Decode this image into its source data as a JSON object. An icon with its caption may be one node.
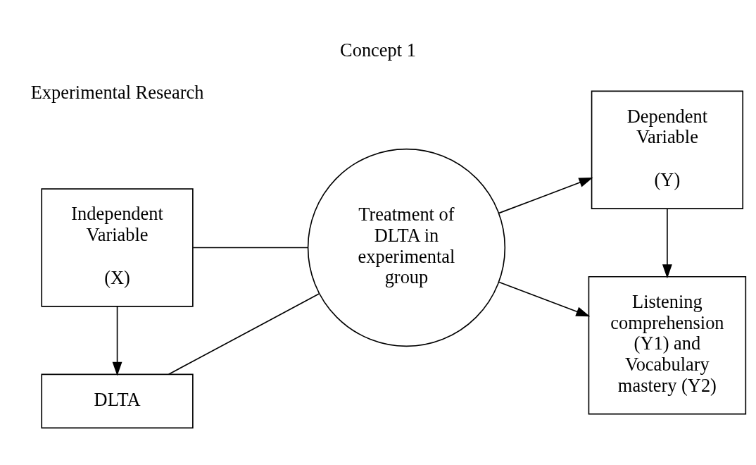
{
  "diagram": {
    "title": "Concept 1",
    "nodes": [
      {
        "text": [
          "Independent Variable",
          "(X)"
        ]
      },
      {
        "text": [
          "DLTA"
        ]
      },
      {
        "text": [
          "Treatment of DLTA in experimental group"
        ]
      },
      {
        "text": [
          "Dependent Variable",
          "(Y)"
        ]
      },
      {
        "text": [
          "Listening comprehension (Y1) and Vocabulary mastery (Y2)"
        ]
      }
    ],
    "edges": [
      {
        "from": 0,
        "to": 2,
        "arrow": "none"
      },
      {
        "from": 1,
        "to": 2,
        "arrow": "none"
      },
      {
        "from": 2,
        "to": 3,
        "arrow": "to"
      },
      {
        "from": 2,
        "to": 4,
        "arrow": "to"
      },
      {
        "from": 0,
        "to": 1,
        "arrow": "to"
      },
      {
        "from": 3,
        "to": 4,
        "arrow": "to"
      }
    ],
    "labels": [
      "Experimental Research"
    ]
  }
}
